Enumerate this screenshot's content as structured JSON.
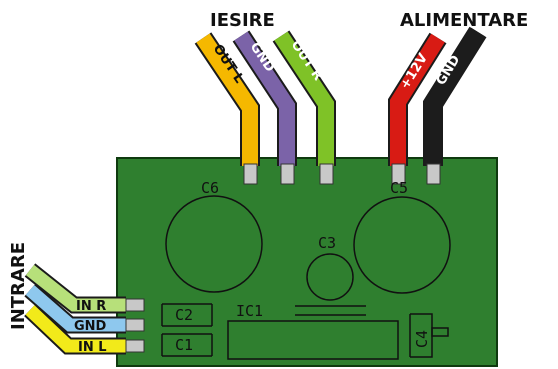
{
  "headings": {
    "output": "IESIRE",
    "power": "ALIMENTARE",
    "input": "INTRARE"
  },
  "output_wires": [
    {
      "label": "OUT L",
      "color": "#f5b800",
      "text_color": "#111111"
    },
    {
      "label": "GND",
      "color": "#7b63a8",
      "text_color": "#ffffff"
    },
    {
      "label": "OUT R",
      "color": "#7fc227",
      "text_color": "#ffffff"
    }
  ],
  "power_wires": [
    {
      "label": "+12V",
      "color": "#d81b14",
      "text_color": "#ffffff"
    },
    {
      "label": "GND",
      "color": "#1c1c1c",
      "text_color": "#ffffff"
    }
  ],
  "input_wires": [
    {
      "label": "IN R",
      "color": "#b7e07a",
      "text_color": "#111111"
    },
    {
      "label": "GND",
      "color": "#8ec8ee",
      "text_color": "#111111"
    },
    {
      "label": "IN L",
      "color": "#f2ea1a",
      "text_color": "#111111"
    }
  ],
  "components": {
    "c6": "C6",
    "c5": "C5",
    "c3": "C3",
    "c2": "C2",
    "c1": "C1",
    "ic1": "IC1",
    "c4": "C4"
  },
  "colors": {
    "pcb": "#2f7f2f",
    "pcb_border": "#0f3a0f",
    "pin": "#c8c8c8"
  }
}
